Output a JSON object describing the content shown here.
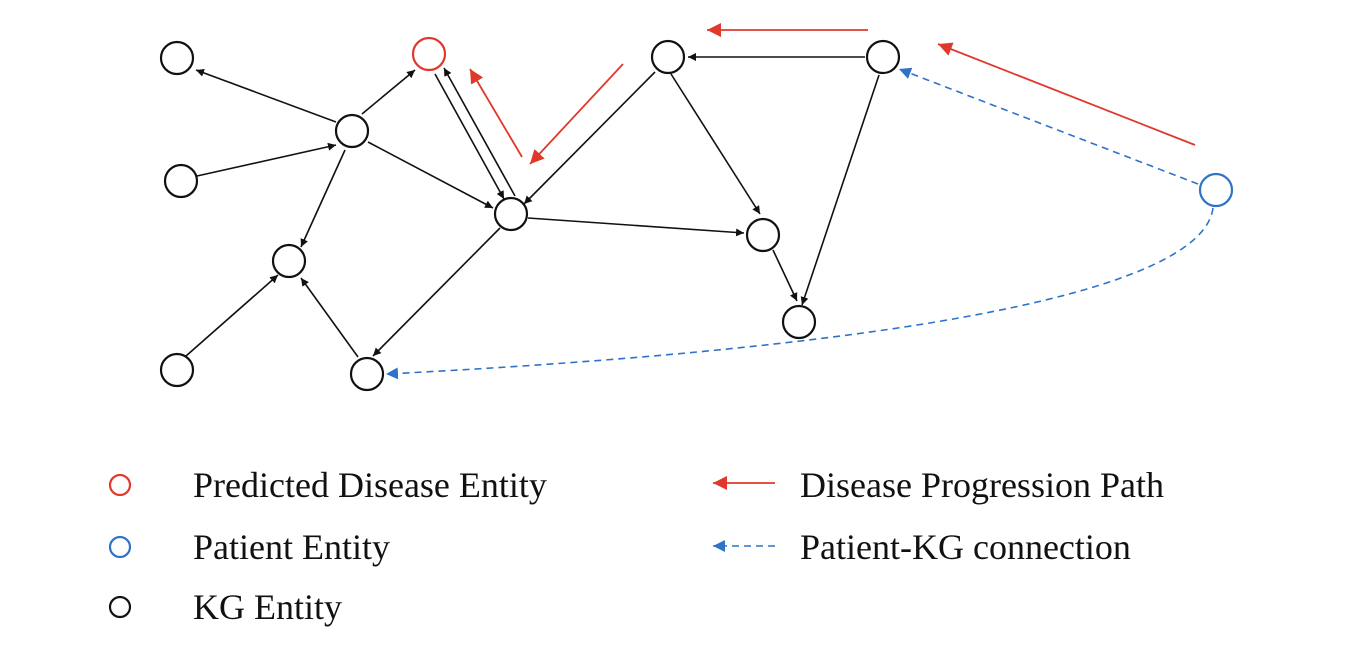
{
  "colors": {
    "kg_entity": "#111111",
    "predicted_disease": "#e0392b",
    "patient": "#2f73c8",
    "progression_arrow": "#e0392b",
    "patient_connection": "#2f73c8"
  },
  "legend": {
    "predicted_disease_entity": "Predicted Disease Entity",
    "patient_entity": "Patient Entity",
    "kg_entity": "KG Entity",
    "disease_progression_path": "Disease Progression Path",
    "patient_kg_connection": "Patient-KG connection"
  }
}
